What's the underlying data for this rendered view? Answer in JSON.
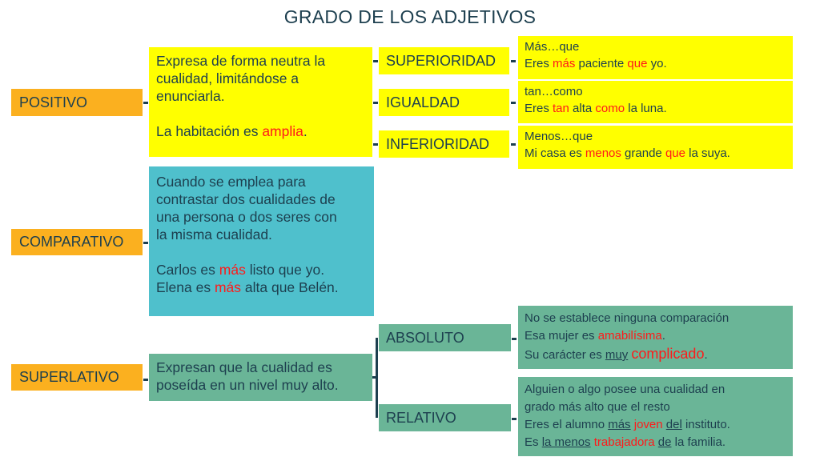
{
  "title": "GRADO DE LOS ADJETIVOS",
  "colors": {
    "title": "#1d3f4f",
    "category": "#fbb01f",
    "positivo_boxes": "#ffff00",
    "comparativo_box": "#4fc0cc",
    "superlativo_boxes": "#6ab597",
    "highlight": "#ff1a1a"
  },
  "positivo": {
    "label": "POSITIVO",
    "description": [
      "Expresa de forma neutra la",
      "cualidad, limitándose a",
      "enunciarla."
    ],
    "example": {
      "before": "La habitación es ",
      "highlight": "amplia",
      "after": "."
    },
    "types": [
      {
        "label": "SUPERIORIDAD",
        "formula": "Más…que",
        "example": {
          "p1": "Eres ",
          "h1": "más",
          "p2": " paciente ",
          "h2": "que",
          "p3": " yo."
        }
      },
      {
        "label": "IGUALDAD",
        "formula": "tan…como",
        "example": {
          "p1": "Eres ",
          "h1": "tan",
          "p2": " alta ",
          "h2": "como",
          "p3": " la luna."
        }
      },
      {
        "label": "INFERIORIDAD",
        "formula": "Menos…que",
        "example": {
          "p1": "Mi casa es ",
          "h1": "menos",
          "p2": " grande ",
          "h2": "que",
          "p3": " la suya."
        }
      }
    ]
  },
  "comparativo": {
    "label": "COMPARATIVO",
    "description": [
      "Cuando se emplea para",
      "contrastar dos cualidades de",
      "una persona o dos seres con",
      "la misma cualidad."
    ],
    "examples": [
      {
        "before": "Carlos es ",
        "highlight": "más",
        "after": " listo que yo."
      },
      {
        "before": "Elena es ",
        "highlight": "más",
        "after": " alta que Belén."
      }
    ]
  },
  "superlativo": {
    "label": "SUPERLATIVO",
    "description": [
      "Expresan que la cualidad es",
      "poseída en un nivel muy alto."
    ],
    "types": [
      {
        "label": "ABSOLUTO",
        "lines": {
          "l1": "No se establece ninguna comparación",
          "l2_before": "Esa mujer es ",
          "l2_highlight": "amabilísima",
          "l2_after": ".",
          "l3_before": "Su carácter es ",
          "l3_underline": "muy",
          "l3_space": " ",
          "l3_highlight": "complicado",
          "l3_after": "."
        }
      },
      {
        "label": "RELATIVO",
        "lines": {
          "l1": "Alguien o algo posee una cualidad en",
          "l2": "grado más alto que el resto",
          "l3_before": "Eres el alumno ",
          "l3_u1": "más",
          "l3_sp1": " ",
          "l3_highlight": "joven",
          "l3_sp2": " ",
          "l3_u2": "del",
          "l3_after": " instituto.",
          "l4_before": "Es ",
          "l4_u1": "la menos",
          "l4_sp1": " ",
          "l4_highlight": "trabajadora",
          "l4_sp2": " ",
          "l4_u2": "de",
          "l4_after": " la familia."
        }
      }
    ]
  }
}
